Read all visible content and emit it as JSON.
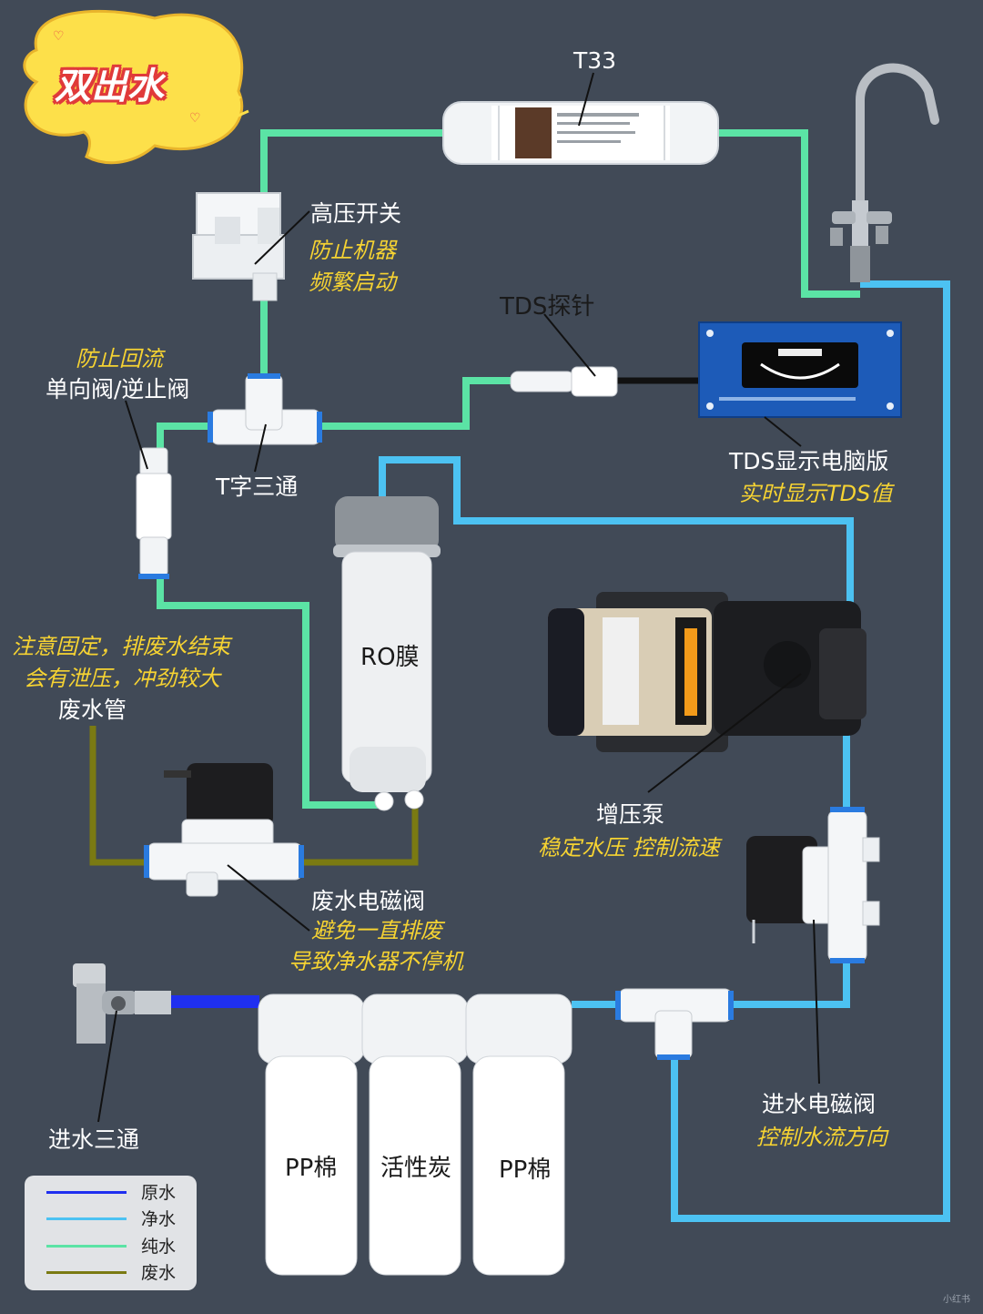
{
  "badge": {
    "text": "双出水"
  },
  "colors": {
    "background": "#414a57",
    "raw_water": "#1f2ff0",
    "clean_water": "#4cc2f2",
    "pure_water": "#5be3a5",
    "waste_water": "#7a7a12",
    "note_yellow": "#f6d332",
    "badge_yellow": "#fde04a"
  },
  "labels": {
    "t33": "T33",
    "high_pressure_switch": "高压开关",
    "hp_note_1": "防止机器",
    "hp_note_2": "频繁启动",
    "tds_probe": "TDS探针",
    "check_valve_note": "防止回流",
    "check_valve": "单向阀/逆止阀",
    "t_tee": "T字三通",
    "tds_board": "TDS显示电脑版",
    "tds_board_note": "实时显示TDS值",
    "ro_membrane": "RO膜",
    "waste_note_1": "注意固定，排废水结束",
    "waste_note_2": "会有泄压，冲劲较大",
    "waste_pipe": "废水管",
    "booster_pump": "增压泵",
    "booster_note": "稳定水压  控制流速",
    "waste_valve": "废水电磁阀",
    "waste_valve_note_1": "避免一直排废",
    "waste_valve_note_2": "导致净水器不停机",
    "inlet_tee": "进水三通",
    "pp_cotton_1": "PP棉",
    "activated_carbon": "活性炭",
    "pp_cotton_2": "PP棉",
    "inlet_valve": "进水电磁阀",
    "inlet_valve_note": "控制水流方向"
  },
  "legend": [
    {
      "label": "原水",
      "color": "#1f2ff0"
    },
    {
      "label": "净水",
      "color": "#4cc2f2"
    },
    {
      "label": "纯水",
      "color": "#5be3a5"
    },
    {
      "label": "废水",
      "color": "#7a7a12"
    }
  ],
  "watermark": "小红书"
}
